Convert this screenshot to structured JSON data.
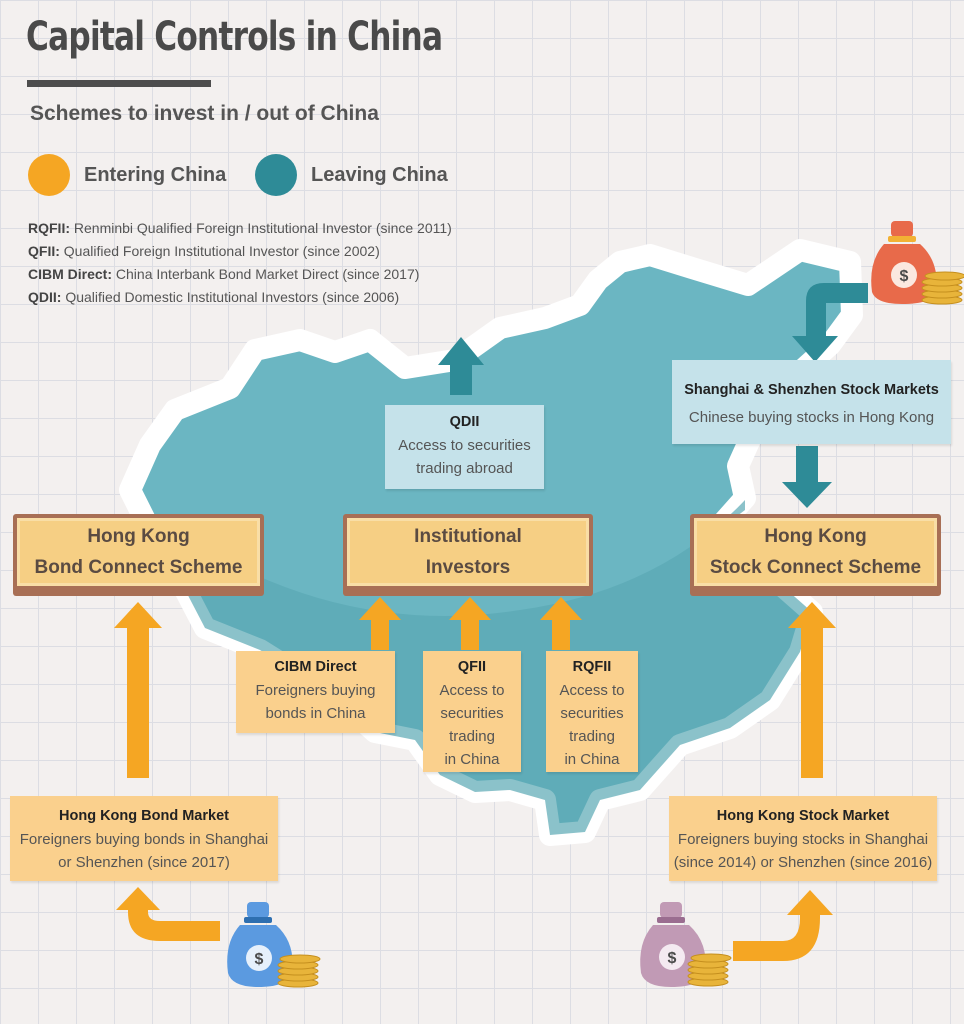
{
  "title": "Capital Controls in China",
  "subtitle": "Schemes to invest in / out of China",
  "legend": [
    {
      "label": "Entering China",
      "color": "#f5a623"
    },
    {
      "label": "Leaving China",
      "color": "#2e8b97"
    }
  ],
  "definitions": [
    {
      "term": "RQFII:",
      "text": "Renminbi Qualified Foreign Institutional Investor (since 2011)"
    },
    {
      "term": "QFII:",
      "text": "Qualified Foreign Institutional Investor (since 2002)"
    },
    {
      "term": "CIBM Direct:",
      "text": "China Interbank Bond Market Direct (since 2017)"
    },
    {
      "term": "QDII:",
      "text": "Qualified Domestic Institutional Investors (since 2006)"
    }
  ],
  "plaques": {
    "bond_connect": [
      "Hong Kong",
      "Bond Connect Scheme"
    ],
    "institutional": [
      "Institutional",
      "Investors"
    ],
    "stock_connect": [
      "Hong Kong",
      "Stock Connect Scheme"
    ]
  },
  "boxes": {
    "qdii": {
      "title": "QDII",
      "lines": [
        "Access to securities",
        "trading abroad"
      ]
    },
    "sh_sz_markets": {
      "title": "Shanghai & Shenzhen Stock Markets",
      "lines": [
        "Chinese buying stocks in Hong Kong"
      ]
    },
    "cibm_direct": {
      "title": "CIBM Direct",
      "lines": [
        "Foreigners buying",
        "bonds in China"
      ]
    },
    "qfii": {
      "title": "QFII",
      "lines": [
        "Access to",
        "securities",
        "trading",
        "in China"
      ]
    },
    "rqfii": {
      "title": "RQFII",
      "lines": [
        "Access to",
        "securities",
        "trading",
        "in China"
      ]
    },
    "hk_bond_market": {
      "title": "Hong Kong Bond Market",
      "lines": [
        "Foreigners buying bonds in Shanghai",
        "or Shenzhen (since 2017)"
      ]
    },
    "hk_stock_market": {
      "title": "Hong Kong Stock Market",
      "lines": [
        "Foreigners buying stocks in Shanghai",
        "(since 2014) or Shenzhen (since 2016)"
      ]
    }
  },
  "money_bag_symbol": "$",
  "colors": {
    "entering": "#f5a623",
    "leaving": "#2e8b97",
    "map": "#6bb6c2",
    "plaque_fill": "#f6cf84",
    "plaque_border": "#a86f55"
  }
}
